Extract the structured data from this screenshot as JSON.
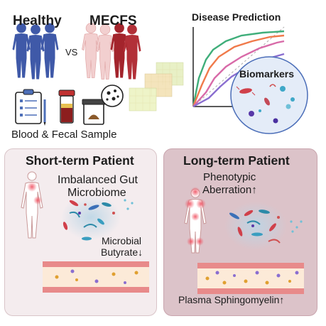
{
  "top": {
    "healthy_label": "Healthy",
    "vs_label": "VS",
    "mecfs_label": "MECFS",
    "sample_label": "Blood & Fecal Sample",
    "prediction_title": "Disease Prediction",
    "biomarkers_label": "Biomarkers"
  },
  "short_term": {
    "title": "Short-term Patient",
    "gut_line1": "Imbalanced Gut",
    "gut_line2": "Microbiome",
    "butyrate_line1": "Microbial",
    "butyrate_line2": "Butyrate↓"
  },
  "long_term": {
    "title": "Long-term Patient",
    "phenotype_line1": "Phenotypic",
    "phenotype_line2": "Aberration↑",
    "sphingo_label": "Plasma Sphingomyelin↑"
  },
  "colors": {
    "healthy_figure": "#3f59a8",
    "mecfs_dark": "#a3242c",
    "mecfs_light": "#f0c8c8",
    "short_panel": "#f3ebec",
    "long_panel": "#dcc2c8",
    "roc_green": "#3fae7a",
    "roc_orange": "#f07a4a",
    "roc_pink": "#d86aa8",
    "roc_purple": "#8a6ed0",
    "circle_fill": "#e3ebf7",
    "vessel_wall": "#e88a8a",
    "vessel_lumen": "#fce8d8"
  },
  "icons": [
    "human-figure-icon",
    "clipboard-icon",
    "blood-tube-icon",
    "stool-sample-icon",
    "bacteria-icon",
    "roc-curve-icon",
    "blood-vessel-icon",
    "body-outline-icon"
  ]
}
